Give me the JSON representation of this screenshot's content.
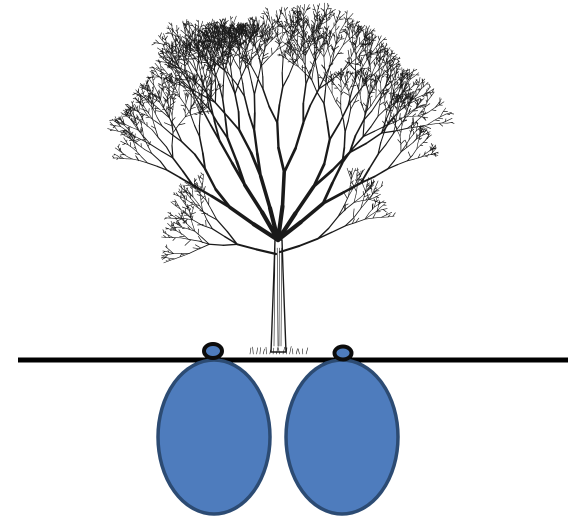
{
  "diagram": {
    "elements": [
      "tree",
      "ground-line",
      "left-reservoir",
      "right-reservoir",
      "left-inlet",
      "right-inlet"
    ]
  },
  "colors": {
    "background": "#ffffff",
    "tree_ink": "#1a1a1a",
    "ground_line": "#000000",
    "reservoir_fill": "#4e7cbd",
    "reservoir_stroke": "#2c4b73",
    "inlet_fill": "#4e7cbd",
    "inlet_stroke": "#0c0c0c"
  },
  "icons": {
    "tree": "bare-deciduous-tree-icon",
    "reservoir": "oval-reservoir-icon",
    "inlet": "ring-inlet-icon"
  }
}
